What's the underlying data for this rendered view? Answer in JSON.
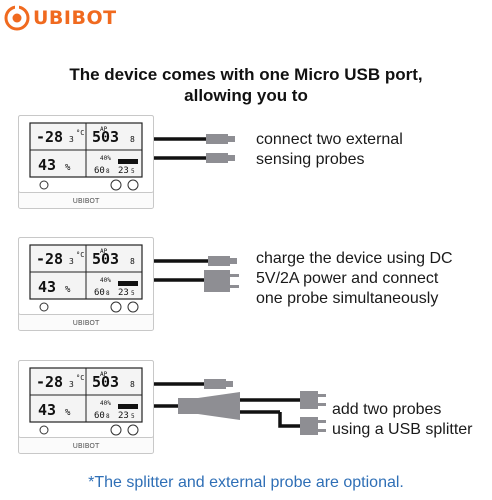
{
  "brand": {
    "name": "UBIBOT",
    "accent": "#f06a1f"
  },
  "headline": {
    "line1": "The device comes with one Micro USB port,",
    "line2": "allowing you to"
  },
  "device_display": {
    "temperature": "-28",
    "temperature_decimal": "3",
    "temperature_unit": "°C",
    "humidity": "43",
    "humidity_unit": "%",
    "top_right": "503",
    "top_right_decimal": "8",
    "mid_label": "40%",
    "bottom_left": "60",
    "bottom_left_decimal": "8",
    "bottom_right": "23",
    "bottom_right_decimal": "5",
    "icons_label": "AP",
    "device_logo": "UBIBOT"
  },
  "panels": [
    {
      "id": "two-probes",
      "description": [
        "connect two external",
        "sensing probes"
      ]
    },
    {
      "id": "dc-power",
      "description": [
        "charge the device using DC",
        "5V/2A power and connect",
        "one probe simultaneously"
      ]
    },
    {
      "id": "usb-splitter",
      "description": [
        "add two probes",
        "using a USB splitter"
      ]
    }
  ],
  "footnote": "*The splitter and external probe are optional.",
  "colors": {
    "footnote": "#2f6fb6",
    "cable": "#111111",
    "connector": "#8e8e93",
    "device_border": "#c8c8c8"
  }
}
